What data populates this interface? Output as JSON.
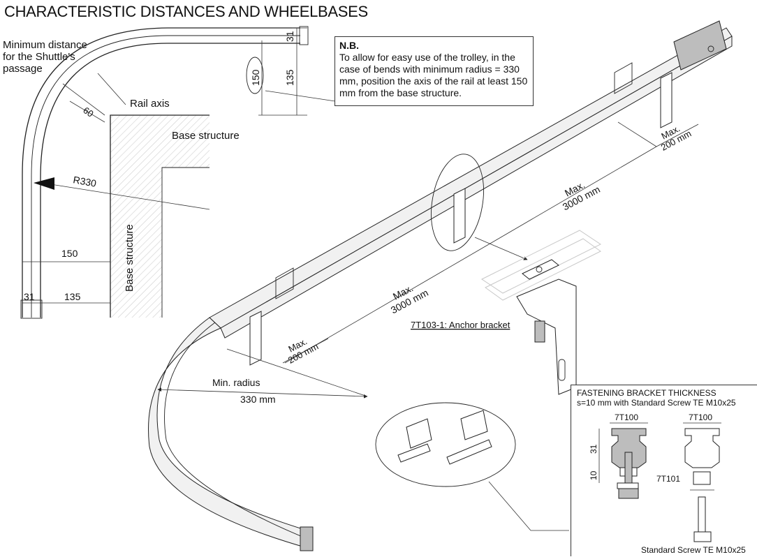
{
  "title": "CHARACTERISTIC DISTANCES AND WHEELBASES",
  "left_diagram": {
    "min_distance_label": "Minimum distance for the Shuttle's passage",
    "rail_axis_label": "Rail axis",
    "base_structure_top_label": "Base structure",
    "base_structure_side_label": "Base structure",
    "dim_60": "60",
    "dim_r330": "R330",
    "dim_31_top": "31",
    "dim_150_top": "150",
    "dim_135_top": "135",
    "dim_150_bottom": "150",
    "dim_31_bottom": "31",
    "dim_135_bottom": "135"
  },
  "note": {
    "title": "N.B.",
    "text": "To allow for easy use of the trolley, in the case of bends with minimum radius = 330 mm, position the axis of the rail at least 150 mm from the base structure."
  },
  "rail_diagram": {
    "max_200_top": "Max.\n200 mm",
    "max_3000_top": "Max.\n3000 mm",
    "max_3000_mid": "Max.\n3000 mm",
    "max_200_bottom": "Max.\n200 mm",
    "min_radius_label": "Min. radius",
    "min_radius_value": "330 mm",
    "anchor_bracket_label": "7T103-1: Anchor bracket"
  },
  "fastening": {
    "title_line1": "FASTENING BRACKET THICKNESS",
    "title_line2": "s=10 mm with Standard Screw TE M10x25",
    "profile_left": "7T100",
    "profile_right": "7T100",
    "dim_31": "31",
    "dim_10": "10",
    "part_7t101": "7T101",
    "screw_label": "Standard Screw TE M10x25"
  }
}
